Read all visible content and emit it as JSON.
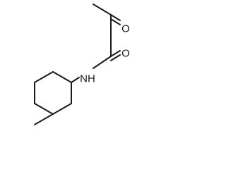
{
  "structure": {
    "atoms": {
      "ketone_oxygen": "O",
      "amide_oxygen": "O",
      "amide_nitrogen": "NH"
    }
  },
  "colors": {
    "bond": "#1a1a1a",
    "label": "#1a1a1a",
    "background": "#ffffff"
  }
}
